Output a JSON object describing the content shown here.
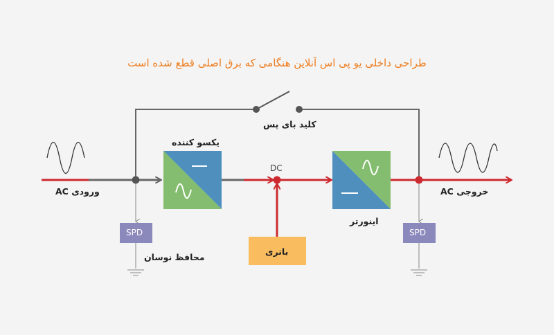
{
  "title": "طراحی داخلی یو پی اس آنلاین هنگامی که برق اصلی قطع شده است",
  "labels": {
    "bypass": "کلید بای پس",
    "rectifier": "یکسو کننده",
    "dc": "DC",
    "inverter": "اینورتر",
    "ac_input": "ورودی AC",
    "ac_output": "خروجی AC",
    "spd_left": "SPD",
    "spd_right": "SPD",
    "surge_protector": "محافظ نوسان",
    "battery": "باتری"
  },
  "colors": {
    "active_path": "#cc2a2f",
    "inactive_path": "#666666",
    "title": "#ee7c1e",
    "converter_blue": "#4f8fbd",
    "converter_green": "#84bd6f",
    "battery_fill": "#f9bd60",
    "spd_fill": "#8b88bc"
  }
}
